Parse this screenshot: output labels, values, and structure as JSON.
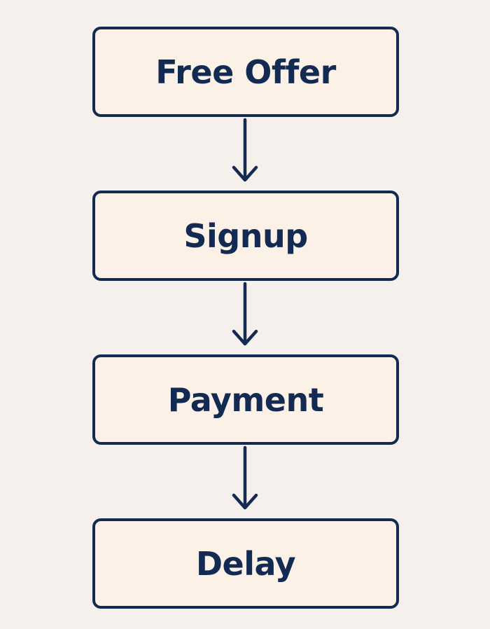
{
  "flowchart": {
    "steps": [
      {
        "label": "Free Offer"
      },
      {
        "label": "Signup"
      },
      {
        "label": "Payment"
      },
      {
        "label": "Delay"
      }
    ]
  },
  "colors": {
    "background": "#f5f0eb",
    "box_fill": "#fcf1e7",
    "stroke": "#132a52",
    "text": "#132a52"
  }
}
